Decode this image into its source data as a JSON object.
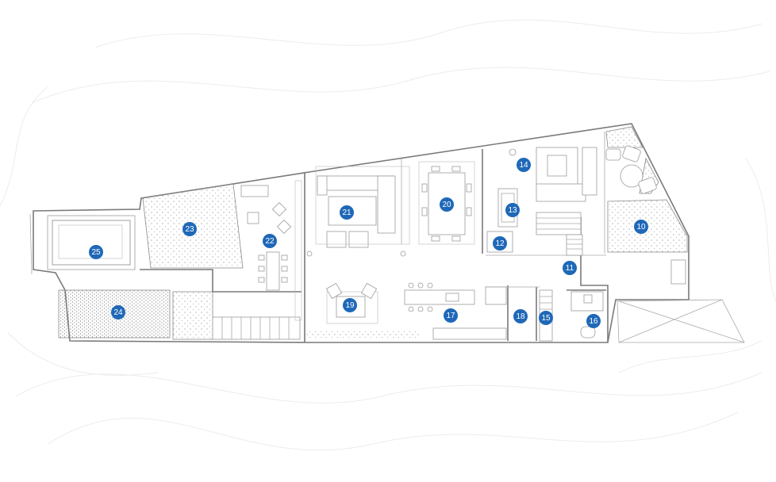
{
  "plan": {
    "markers": [
      {
        "id": "room-10",
        "label": "10"
      },
      {
        "id": "room-11",
        "label": "11"
      },
      {
        "id": "room-12",
        "label": "12"
      },
      {
        "id": "room-13",
        "label": "13"
      },
      {
        "id": "room-14",
        "label": "14"
      },
      {
        "id": "room-15",
        "label": "15"
      },
      {
        "id": "room-16",
        "label": "16"
      },
      {
        "id": "room-17",
        "label": "17"
      },
      {
        "id": "room-18",
        "label": "18"
      },
      {
        "id": "room-19",
        "label": "19"
      },
      {
        "id": "room-20",
        "label": "20"
      },
      {
        "id": "room-21",
        "label": "21"
      },
      {
        "id": "room-22",
        "label": "22"
      },
      {
        "id": "room-23",
        "label": "23"
      },
      {
        "id": "room-24",
        "label": "24"
      },
      {
        "id": "room-25",
        "label": "25"
      }
    ],
    "colors": {
      "marker": "#1f68b8",
      "wall": "#7a7a7a",
      "background": "#ffffff",
      "contour": "#ececec"
    }
  }
}
